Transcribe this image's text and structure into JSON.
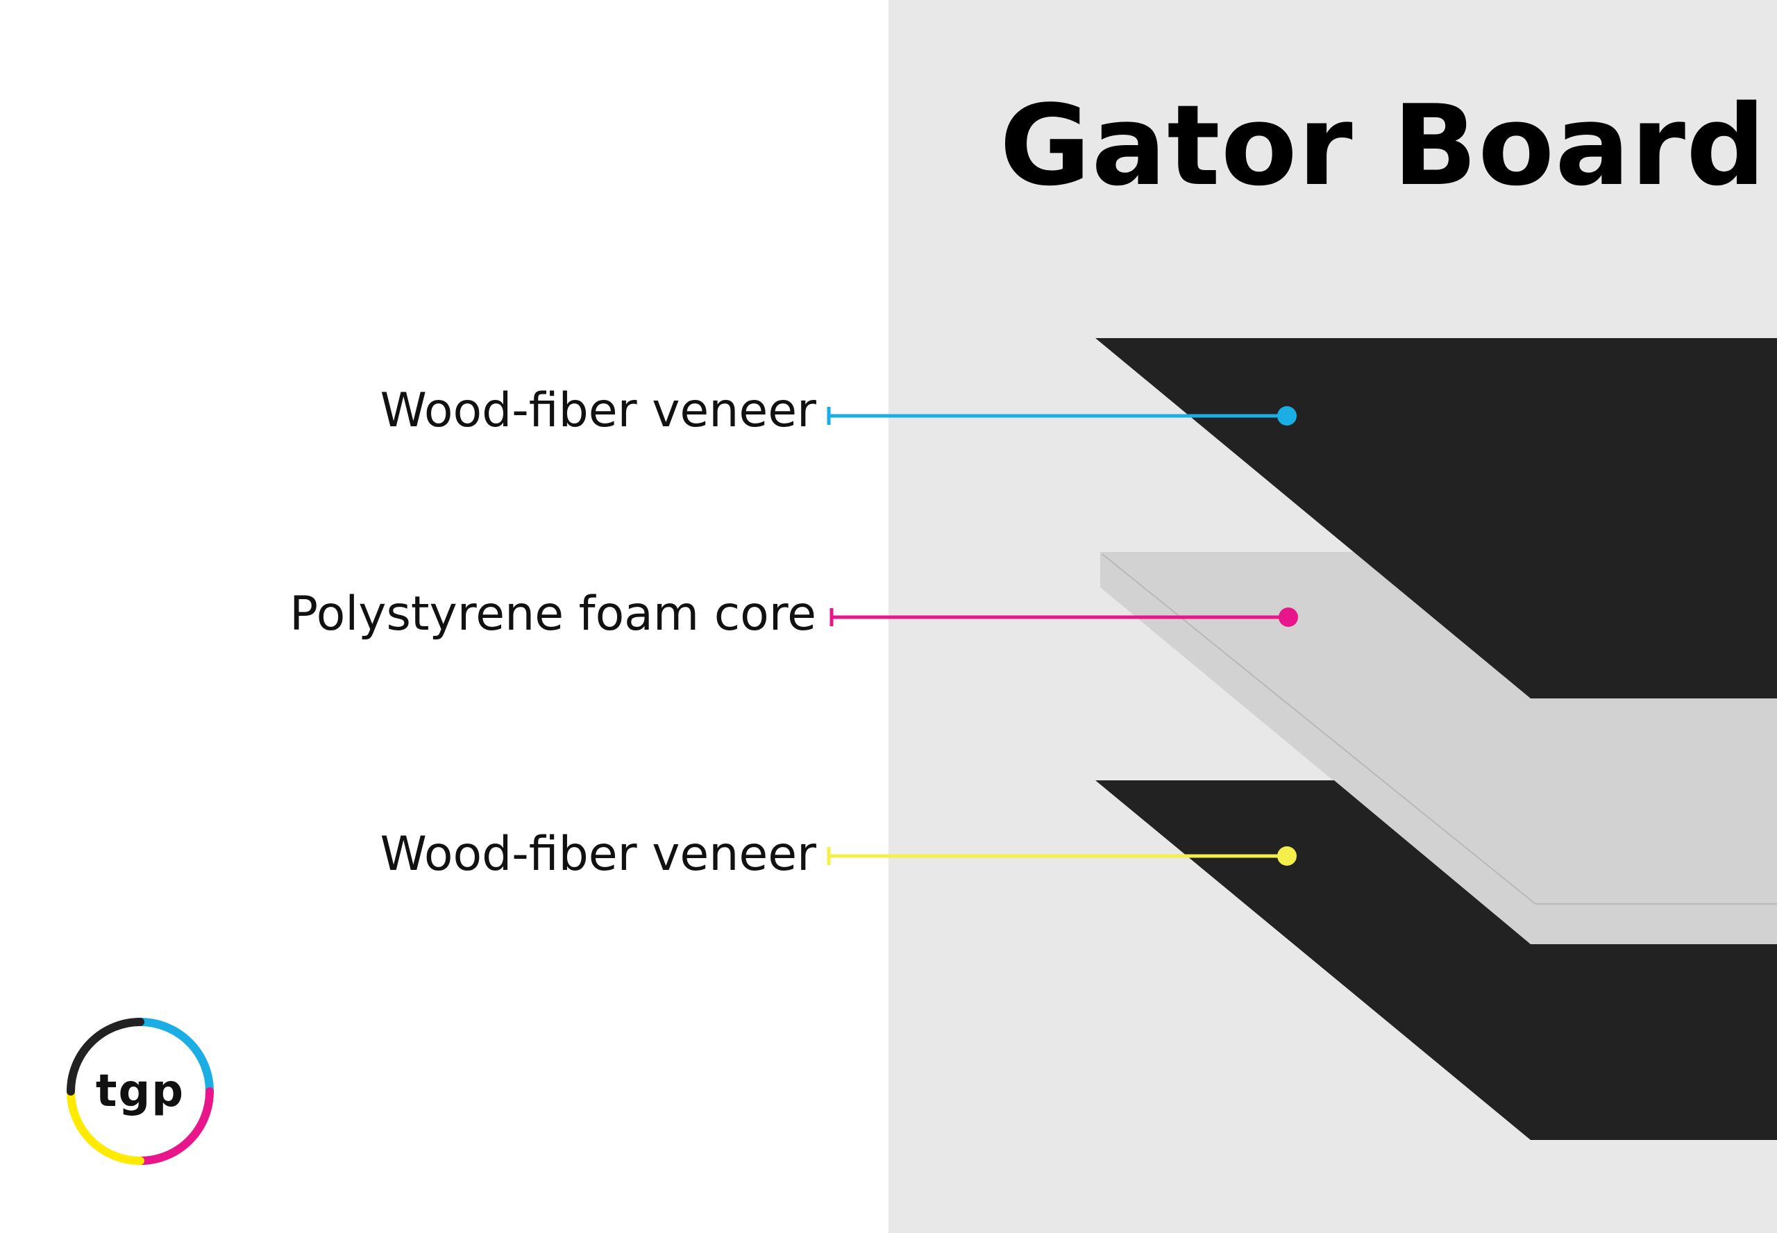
{
  "title": "Gator Board",
  "layers": [
    {
      "label": "Wood-fiber veneer",
      "leader_color": "#1aaee5",
      "fill": "#222222"
    },
    {
      "label": "Polystyrene foam core",
      "leader_color": "#e8168a",
      "fill": "#d3d2d2"
    },
    {
      "label": "Wood-fiber veneer",
      "leader_color": "#f5ef4b",
      "fill": "#222222"
    }
  ],
  "logo": {
    "text": "tgp",
    "ring_colors": [
      "#1aaee5",
      "#e8168a",
      "#ffea00",
      "#222222"
    ]
  }
}
